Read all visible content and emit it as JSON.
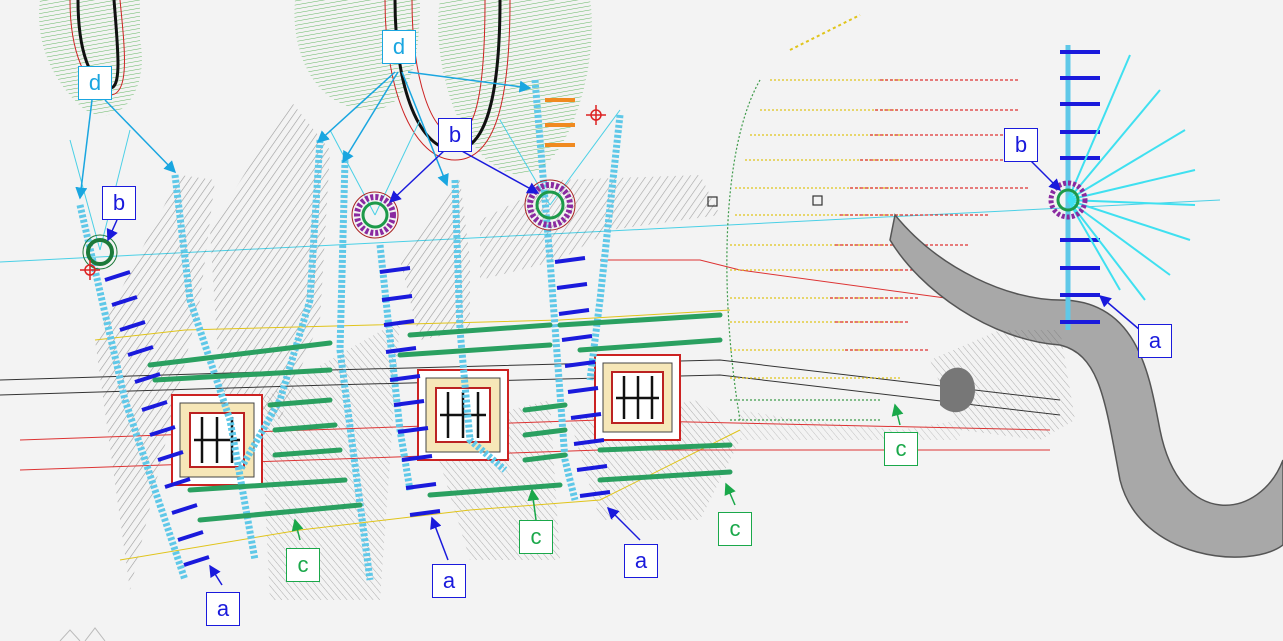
{
  "labels": {
    "a": "a",
    "b": "b",
    "c": "c",
    "d": "d"
  },
  "colors": {
    "a": "#1a1adc",
    "b": "#1a1adc",
    "c": "#1aa84a",
    "d": "#1aa6e0"
  }
}
